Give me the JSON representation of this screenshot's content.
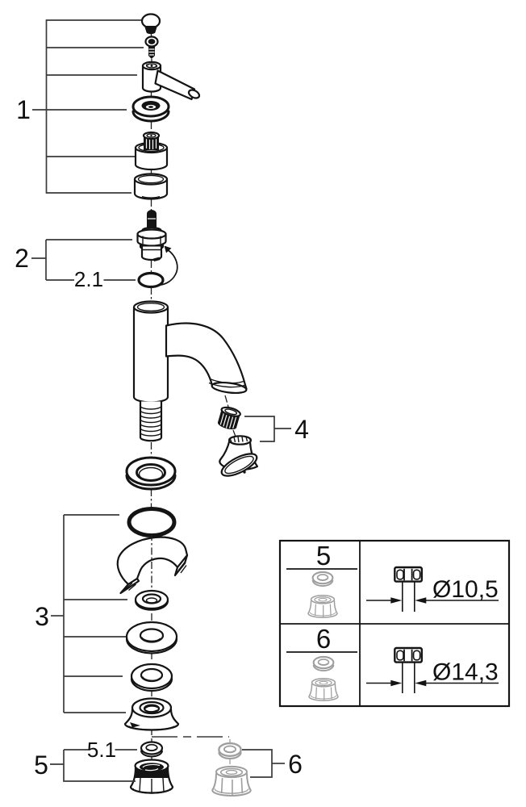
{
  "diagram": {
    "type": "exploded-parts-diagram",
    "callouts": {
      "part1": "1",
      "part2": "2",
      "part2_1": "2.1",
      "part3": "3",
      "part4": "4",
      "part5": "5",
      "part5_1": "5.1",
      "part6": "6"
    },
    "detail_box": {
      "rows": [
        {
          "part": "5",
          "diameter": "Ø10,5"
        },
        {
          "part": "6",
          "diameter": "Ø14,3"
        }
      ]
    },
    "colors": {
      "line": "#141414",
      "ghost": "#9e9e9e",
      "background": "#ffffff"
    }
  }
}
